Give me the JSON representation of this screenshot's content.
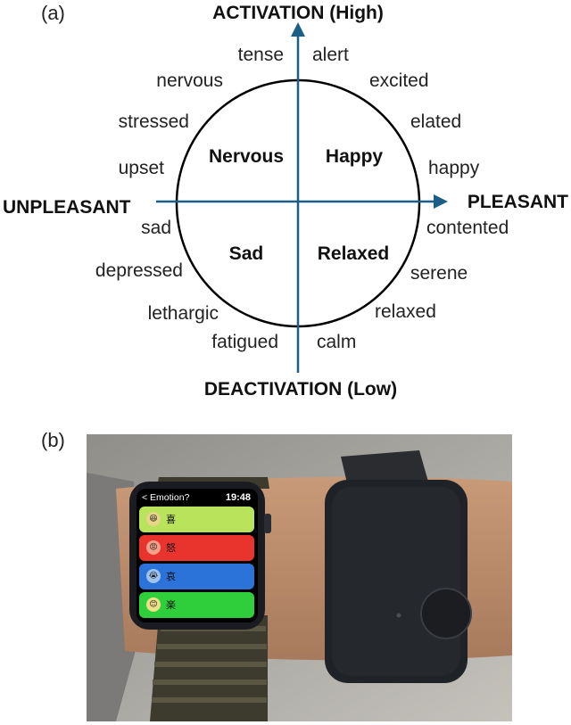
{
  "panels": {
    "a": "(a)",
    "b": "(b)"
  },
  "axes": {
    "top": "ACTIVATION (High)",
    "bottom": "DEACTIVATION (Low)",
    "left": "UNPLEASANT",
    "right": "PLEASANT"
  },
  "quadrants": {
    "top_left": "Nervous",
    "top_right": "Happy",
    "bottom_left": "Sad",
    "bottom_right": "Relaxed"
  },
  "emotion_words": {
    "tense": "tense",
    "alert": "alert",
    "nervous": "nervous",
    "excited": "excited",
    "stressed": "stressed",
    "elated": "elated",
    "upset": "upset",
    "happy": "happy",
    "sad": "sad",
    "contented": "contented",
    "depressed": "depressed",
    "serene": "serene",
    "lethargic": "lethargic",
    "relaxed": "relaxed",
    "fatigued": "fatigued",
    "calm": "calm"
  },
  "watch": {
    "back_label": "< Emotion?",
    "time": "19:48",
    "options": [
      {
        "label": "喜",
        "color": "#b8e35a"
      },
      {
        "label": "怒",
        "color": "#e8342c"
      },
      {
        "label": "哀",
        "color": "#2b72d9"
      },
      {
        "label": "楽",
        "color": "#2fcf3c"
      }
    ]
  }
}
